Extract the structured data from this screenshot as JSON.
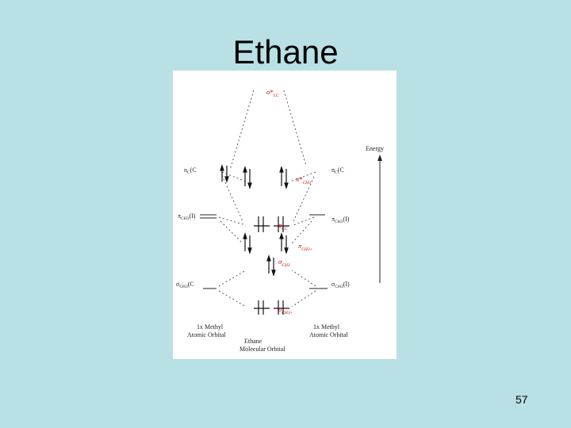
{
  "slide": {
    "title": "Ethane",
    "page_number": "57"
  },
  "diagram": {
    "energy_label": "Energy",
    "left_bottom_caption": [
      "1x Methyl",
      "Atomic Orbital"
    ],
    "right_bottom_caption": [
      "1x Methyl",
      "Atomic Orbital"
    ],
    "center_bottom_caption": [
      "Ethane",
      "Molecular Orbital"
    ],
    "left_levels": [
      {
        "sym": "n",
        "sub": "C",
        "suf": "(C"
      },
      {
        "sym": "π",
        "sub": "CH3",
        "suf": "(I)"
      },
      {
        "sym": "σ",
        "sub": "CH3",
        "suf": "(C"
      }
    ],
    "right_levels": [
      {
        "sym": "n",
        "sub": "C",
        "suf": "(C"
      },
      {
        "sym": "π",
        "sub": "CH3",
        "suf": "(I)"
      },
      {
        "sym": "σ",
        "sub": "CH3",
        "suf": "(I)"
      }
    ],
    "mo_levels": [
      {
        "sym": "σ*",
        "sub": "CC"
      },
      {
        "sym": "π*",
        "sub": "CH3"
      },
      {
        "sym": "σ",
        "sub": "CC"
      },
      {
        "sym": "π",
        "sub": "CH3+"
      },
      {
        "sym": "σ",
        "sub": "CH3"
      },
      {
        "sym": "σ",
        "sub": "CH3+"
      }
    ],
    "colors": {
      "mo_label": "#cc0000",
      "lines": "#222222",
      "panel": "#ffffff",
      "background": "#b9e0e4"
    }
  }
}
